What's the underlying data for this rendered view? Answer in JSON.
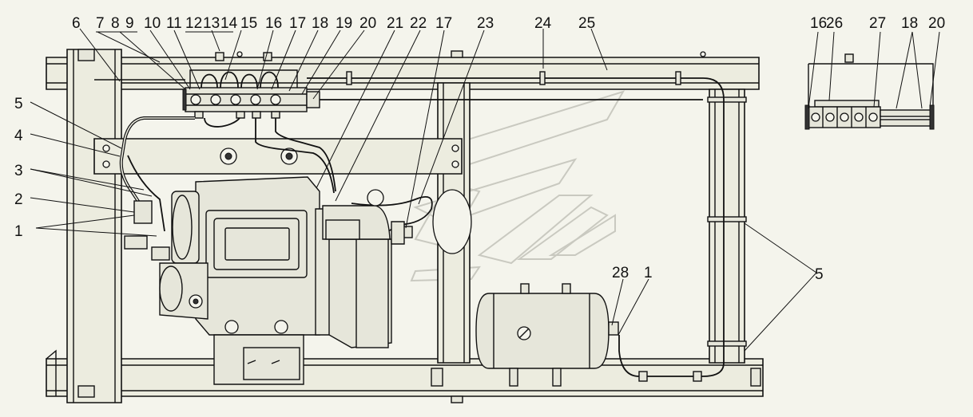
{
  "diagram": {
    "labels": {
      "l6": "6",
      "l7": "7",
      "l8": "8",
      "l9": "9",
      "l10": "10",
      "l11": "11",
      "l12": "12",
      "l13": "13",
      "l14": "14",
      "l15": "15",
      "l16": "16",
      "l17": "17",
      "l18": "18",
      "l19": "19",
      "l20": "20",
      "l21": "21",
      "l22": "22",
      "l17b": "17",
      "l23": "23",
      "l24": "24",
      "l25": "25",
      "l5": "5",
      "l4": "4",
      "l3": "3",
      "l2": "2",
      "l1": "1",
      "l28": "28",
      "l1b": "1",
      "l5b": "5",
      "inset16": "16",
      "inset26": "26",
      "inset27": "27",
      "inset18": "18",
      "inset20": "20"
    }
  }
}
